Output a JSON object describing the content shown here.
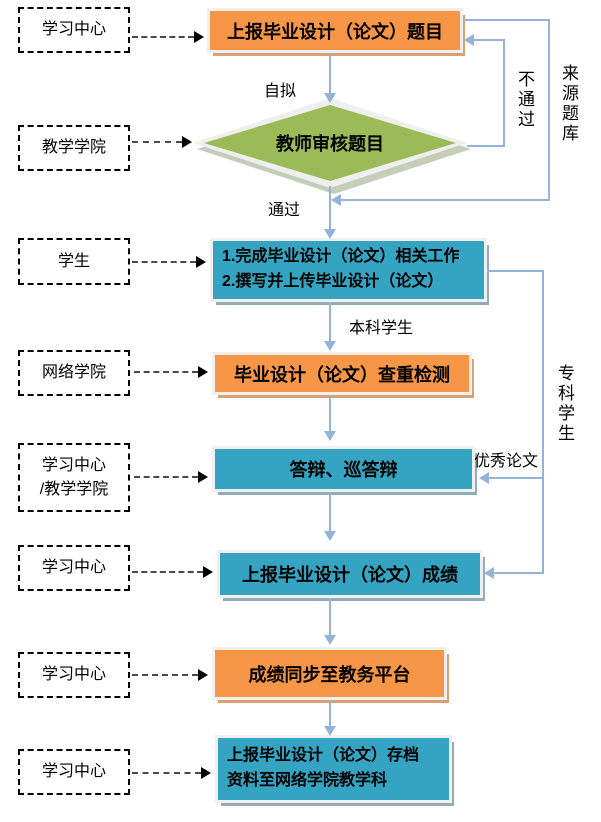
{
  "flow": {
    "step1": "上报毕业设计（论文）题目",
    "decision": "教师审核题目",
    "step2_line1": "1.完成毕业设计（论文）相关工作",
    "step2_line2": "2.撰写并上传毕业设计（论文）",
    "step3": "毕业设计（论文）查重检测",
    "step4": "答辩、巡答辩",
    "step5": "上报毕业设计（论文）成绩",
    "step6": "成绩同步至教务平台",
    "step7_line1": "上报毕业设计（论文）存档",
    "step7_line2": "资料至网络学院教学科"
  },
  "actors": [
    {
      "label": "学习中心"
    },
    {
      "label": "教学学院"
    },
    {
      "label": "学生"
    },
    {
      "label": "网络学院"
    },
    {
      "label_line1": "学习中心",
      "label_line2": "/教学学院"
    },
    {
      "label": "学习中心"
    },
    {
      "label": "学习中心"
    },
    {
      "label": "学习中心"
    }
  ],
  "edge_labels": {
    "self_drafted": "自拟",
    "pass": "通过",
    "fail": "不通过",
    "source_question_bank": "来源题库",
    "undergraduate_students": "本科学生",
    "junior_college_students": "专科学生",
    "excellent_thesis": "优秀论文"
  },
  "colors": {
    "process_orange": "#F79646",
    "process_teal": "#35A4C2",
    "decision_green": "#9BBB59",
    "connector_blue": "#95B3D7"
  }
}
